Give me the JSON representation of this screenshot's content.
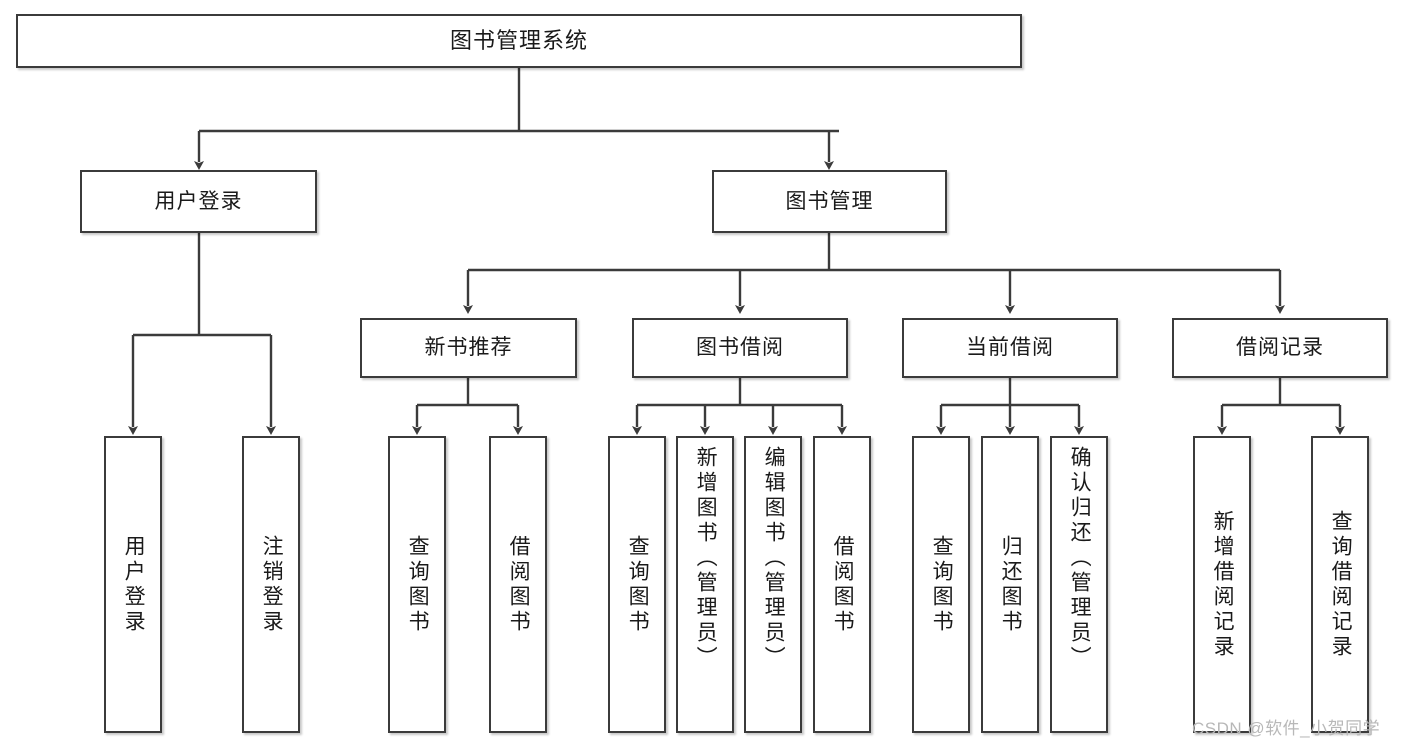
{
  "diagram": {
    "title": "图书管理系统",
    "type": "tree-hierarchy",
    "background_color": "#ffffff",
    "stroke_color": "#3b3b3b",
    "text_color": "#1a1a1a"
  },
  "nodes": {
    "root": {
      "label": "图书管理系统"
    },
    "level2": [
      {
        "label": "用户登录"
      },
      {
        "label": "图书管理"
      }
    ],
    "level3": [
      {
        "label": "新书推荐"
      },
      {
        "label": "图书借阅"
      },
      {
        "label": "当前借阅"
      },
      {
        "label": "借阅记录"
      }
    ],
    "leaves": {
      "user_login": [
        {
          "label": "用户登录"
        },
        {
          "label": "注销登录"
        }
      ],
      "new_book_recommend": [
        {
          "label": "查询图书"
        },
        {
          "label": "借阅图书"
        }
      ],
      "book_borrow": [
        {
          "label": "查询图书"
        },
        {
          "label": "新增图书（管理员）"
        },
        {
          "label": "编辑图书（管理员）"
        },
        {
          "label": "借阅图书"
        }
      ],
      "current_borrow": [
        {
          "label": "查询图书"
        },
        {
          "label": "归还图书"
        },
        {
          "label": "确认归还（管理员）"
        }
      ],
      "borrow_record": [
        {
          "label": "新增借阅记录"
        },
        {
          "label": "查询借阅记录"
        }
      ]
    }
  },
  "watermark": {
    "text": "CSDN @软件_小贺同学",
    "color": "#b8b8b8"
  }
}
